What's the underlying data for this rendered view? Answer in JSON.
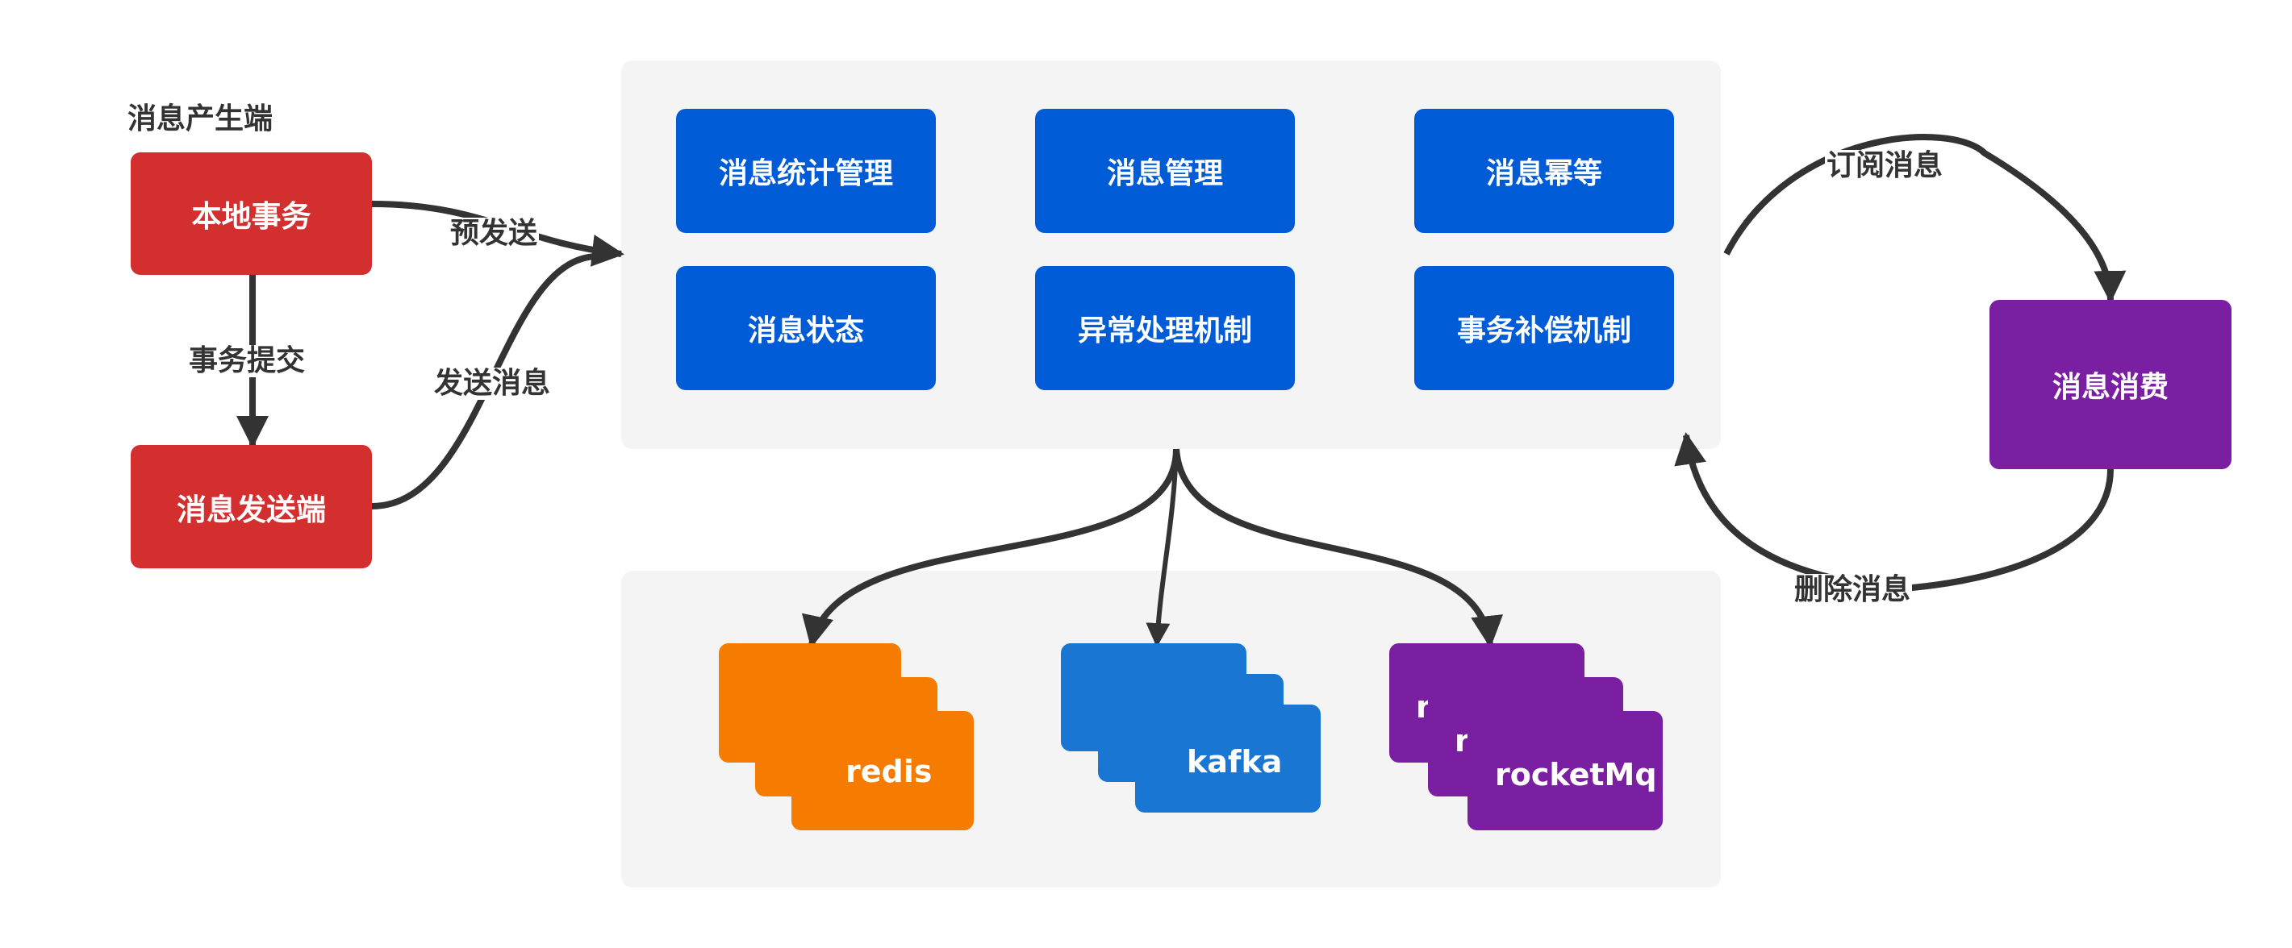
{
  "producer": {
    "group_title": "消息产生端",
    "local_transaction": "本地事务",
    "message_sender": "消息发送端"
  },
  "edges": {
    "pre_send": "预发送",
    "commit_transaction": "事务提交",
    "send_message": "发送消息",
    "subscribe_message": "订阅消息",
    "delete_message": "删除消息"
  },
  "core_modules": [
    {
      "label": "消息统计管理"
    },
    {
      "label": "消息管理"
    },
    {
      "label": "消息幂等"
    },
    {
      "label": "消息状态"
    },
    {
      "label": "异常处理机制"
    },
    {
      "label": "事务补偿机制"
    }
  ],
  "storage": [
    {
      "name": "redis",
      "color": "#f57c00",
      "stack_labels": [
        "",
        "",
        "redis"
      ]
    },
    {
      "name": "kafka",
      "color": "#1976d2",
      "stack_labels": [
        "",
        "",
        "kafka"
      ]
    },
    {
      "name": "rocketMq",
      "color": "#7b1fa2",
      "stack_labels": [
        "r",
        "r",
        "rocketMq"
      ]
    }
  ],
  "consumer": {
    "label": "消息消费"
  },
  "colors": {
    "producer": "#d32f2f",
    "module": "#005cd6",
    "consumer": "#7b1fa2",
    "panel": "#f4f4f4",
    "edge": "#333333"
  }
}
